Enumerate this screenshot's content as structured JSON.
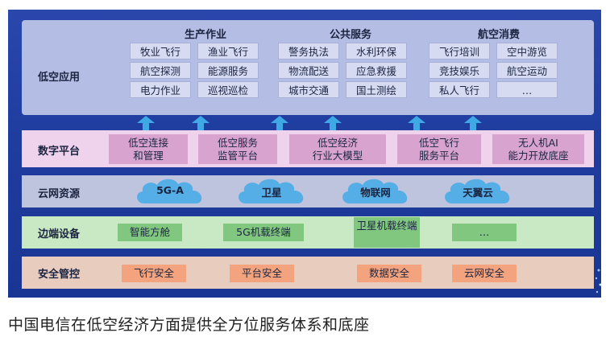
{
  "application_layer": {
    "label": "低空应用",
    "columns": [
      {
        "title": "生产作业",
        "items": [
          "牧业飞行",
          "渔业飞行",
          "航空探测",
          "能源服务",
          "电力作业",
          "巡视巡检"
        ]
      },
      {
        "title": "公共服务",
        "items": [
          "警务执法",
          "水利环保",
          "物流配送",
          "应急救援",
          "城市交通",
          "国土测绘"
        ]
      },
      {
        "title": "航空消费",
        "items": [
          "飞行培训",
          "空中游览",
          "竞技娱乐",
          "航空运动",
          "私人飞行",
          "…"
        ]
      }
    ]
  },
  "platform_layer": {
    "label": "数字平台",
    "items": [
      {
        "line1": "低空连接",
        "line2": "和管理"
      },
      {
        "line1": "低空服务",
        "line2": "监管平台"
      },
      {
        "line1": "低空经济",
        "line2": "行业大模型"
      },
      {
        "line1": "低空飞行",
        "line2": "服务平台"
      },
      {
        "line1": "无人机AI",
        "line2": "能力开放底座"
      }
    ]
  },
  "cloud_layer": {
    "label": "云网资源",
    "items": [
      "5G-A",
      "卫星",
      "物联网",
      "天翼云"
    ]
  },
  "edge_layer": {
    "label": "边端设备",
    "items": [
      "智能方舱",
      "5G机载终端",
      "卫星机载终端",
      "…"
    ]
  },
  "security_layer": {
    "label": "安全管控",
    "items": [
      "飞行安全",
      "平台安全",
      "数据安全",
      "云网安全"
    ]
  },
  "caption": "中国电信在低空经济方面提供全方位服务体系和底座",
  "colors": {
    "panel_bg": "#223fa3",
    "app_layer": "#b4bde3",
    "platform_layer": "#efd3ec",
    "platform_box": "#d8a4cf",
    "cloud_layer": "#bec4de",
    "cloud": "#55aee6",
    "edge_layer": "#c9e8c4",
    "edge_box": "#82c77f",
    "security_layer": "#e8cdbf",
    "security_box": "#f3a47e",
    "arrow": "#3fa9e6"
  },
  "icons": {
    "arrow": "up-arrow-icon",
    "cloud": "cloud-icon"
  }
}
